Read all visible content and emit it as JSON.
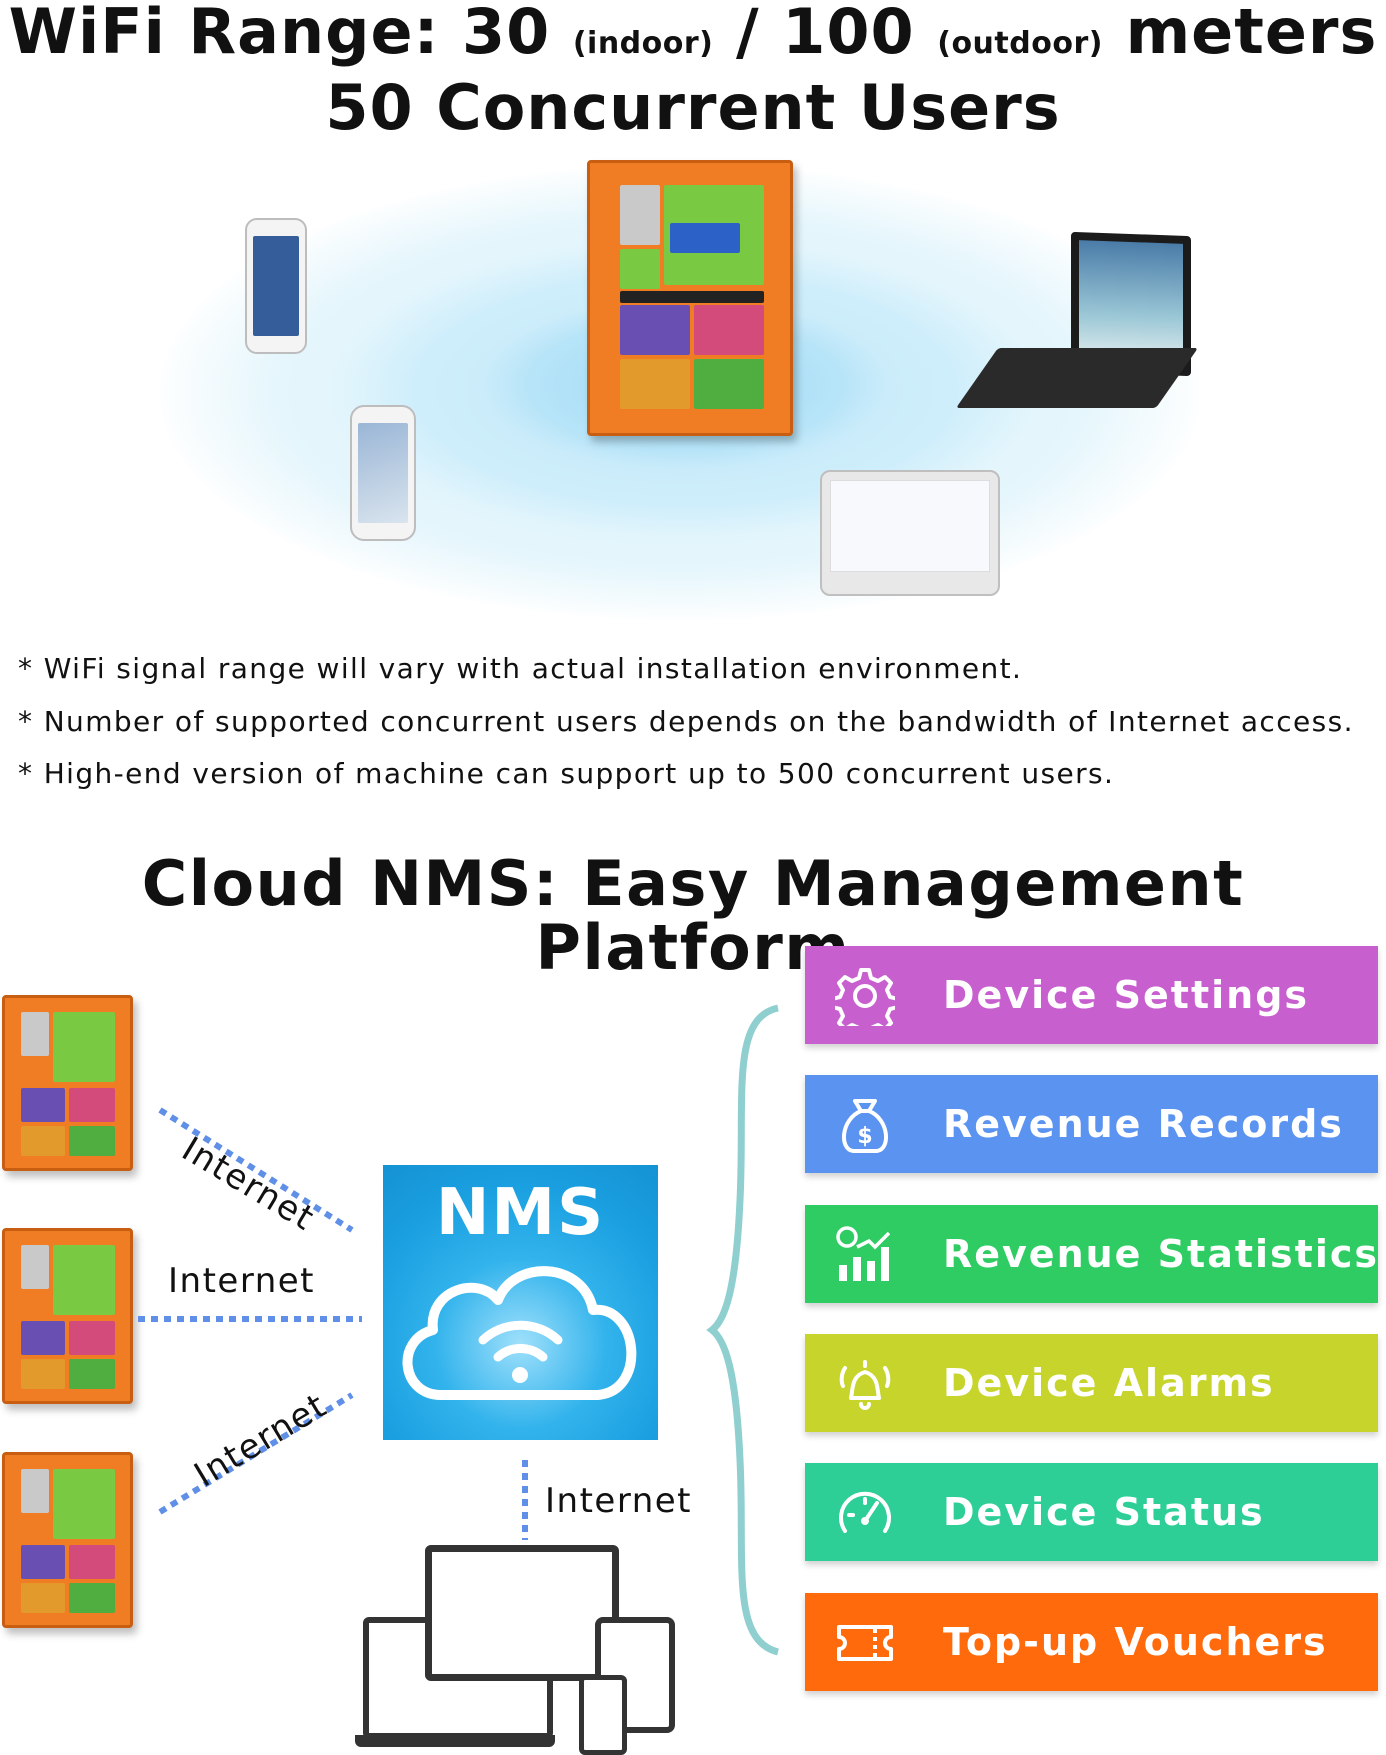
{
  "header": {
    "line1_prefix": "WiFi Range: 30",
    "line1_indoor": "(indoor)",
    "line1_mid": "/ 100",
    "line1_outdoor": "(outdoor)",
    "line1_suffix": "meters",
    "line2": "50 Concurrent Users"
  },
  "notes": [
    "* WiFi signal range will vary with actual installation environment.",
    "* Number of supported concurrent users depends on the bandwidth of Internet access.",
    "* High-end version of machine can support up to 500 concurrent users."
  ],
  "nms_section": {
    "title": "Cloud NMS: Easy Management Platform",
    "box_label": "NMS",
    "internet_label": "Internet"
  },
  "features": [
    {
      "label": "Device Settings",
      "color": "#c85fcf",
      "icon": "gear-icon"
    },
    {
      "label": "Revenue Records",
      "color": "#5b93f0",
      "icon": "money-bag-icon"
    },
    {
      "label": "Revenue Statistics",
      "color": "#2ecc63",
      "icon": "revenue-chart-icon"
    },
    {
      "label": "Device Alarms",
      "color": "#c6d42b",
      "icon": "alarm-bell-icon"
    },
    {
      "label": "Device Status",
      "color": "#2ecf97",
      "icon": "speedometer-icon"
    },
    {
      "label": "Top-up Vouchers",
      "color": "#ff6a0c",
      "icon": "ticket-icon"
    }
  ]
}
